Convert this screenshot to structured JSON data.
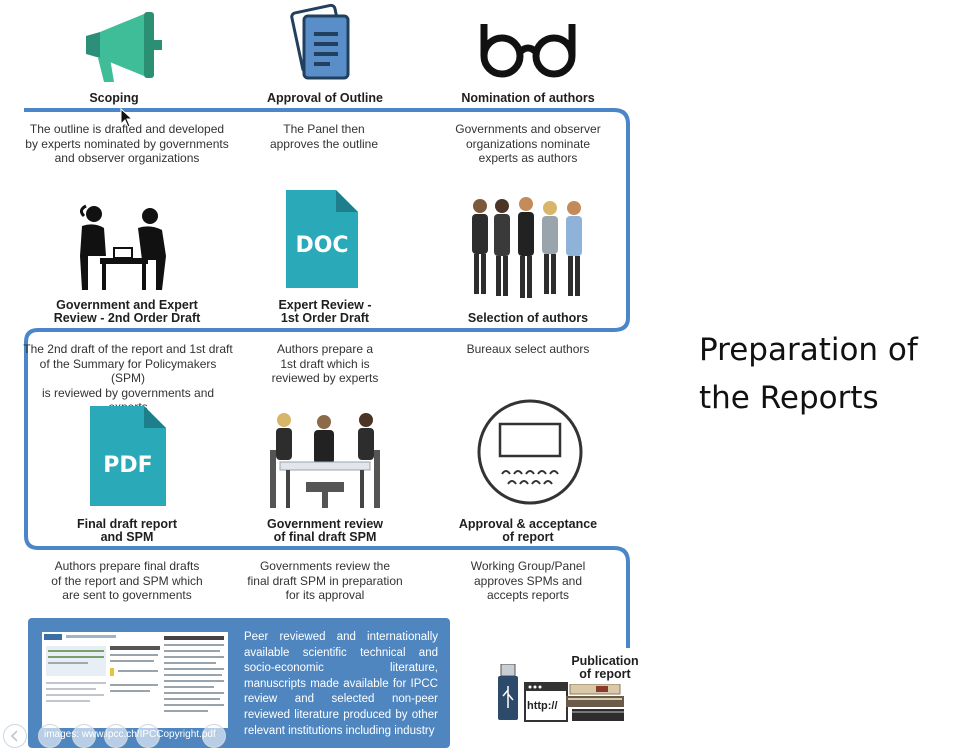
{
  "slide_title": "Preparation of\nthe Reports",
  "steps": [
    {
      "title": "Scoping",
      "desc": "The outline is drafted and developed\nby experts nominated by governments\nand observer organizations",
      "icon": "megaphone-icon"
    },
    {
      "title": "Approval of Outline",
      "desc": "The Panel then\napproves the outline",
      "icon": "documents-icon"
    },
    {
      "title": "Nomination of authors",
      "desc": "Governments and observer\norganizations nominate\nexperts as authors",
      "icon": "glasses-icon"
    },
    {
      "title": "Selection of authors",
      "desc": "Bureaux select authors",
      "icon": "people-group-icon"
    },
    {
      "title": "Expert Review -\n1st Order Draft",
      "desc": "Authors prepare a\n1st draft which is\nreviewed by experts",
      "icon": "doc-file-icon",
      "icon_label": "DOC"
    },
    {
      "title": "Government and Expert\nReview - 2nd Order Draft",
      "desc": "The 2nd draft of the report and 1st draft\nof the Summary for Policymakers (SPM)\nis reviewed by governments and experts",
      "icon": "meeting-icon"
    },
    {
      "title": "Final draft report\nand SPM",
      "desc": "Authors prepare final drafts\nof the report and SPM which\nare sent to governments",
      "icon": "pdf-file-icon",
      "icon_label": "PDF"
    },
    {
      "title": "Government review\nof final draft SPM",
      "desc": "Governments review the\nfinal draft SPM in preparation\nfor its approval",
      "icon": "conference-table-icon"
    },
    {
      "title": "Approval & acceptance\nof report",
      "desc": "Working Group/Panel\napproves SPMs and\naccepts reports",
      "icon": "presentation-audience-icon"
    }
  ],
  "publication": {
    "title": "Publication\nof report",
    "http_label": "http://"
  },
  "literature_text": "Peer reviewed and internationally available scientific technical and socio-economic literature, manuscripts made available for IPCC review and selected non-peer reviewed literature produced by other relevant institutions including industry",
  "image_source": "images: www.ipcc.ch/IPCCopyright.pdf",
  "colors": {
    "flow_line": "#4a86c8",
    "doc_teal": "#2aa9b8",
    "lit_box": "#4f86c0"
  }
}
